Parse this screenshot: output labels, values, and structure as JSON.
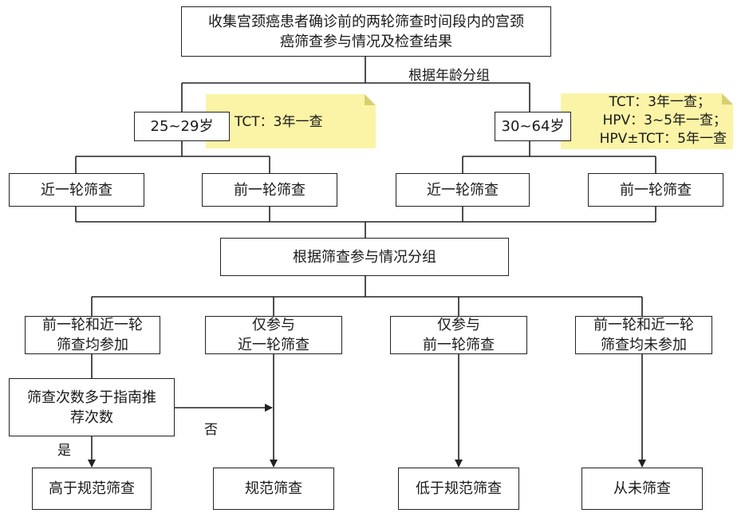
{
  "top": {
    "text": "收集宫颈癌患者确诊前的两轮筛查时间段内的宫颈\n癌筛查参与情况及检查结果"
  },
  "group_by_age_label": "根据年龄分组",
  "age_groups": [
    {
      "label": "25~29岁",
      "note": "TCT：3年一查"
    },
    {
      "label": "30~64岁",
      "note_lines": [
        "TCT：3年一查；",
        "HPV：3~5年一查；",
        "HPV±TCT：5年一查"
      ]
    }
  ],
  "rounds": [
    "近一轮筛查",
    "前一轮筛查",
    "近一轮筛查",
    "前一轮筛查"
  ],
  "participation_group": "根据筛查参与情况分组",
  "categories": [
    "前一轮和近一轮\n筛查均参加",
    "仅参与\n近一轮筛查",
    "仅参与\n前一轮筛查",
    "前一轮和近一轮\n筛查均未参加"
  ],
  "decision": "筛查次数多于指南推\n荐次数",
  "yes_label": "是",
  "no_label": "否",
  "outcomes": [
    "高于规范筛查",
    "规范筛查",
    "低于规范筛查",
    "从未筛查"
  ],
  "colors": {
    "note_bg": "#fbf4a6",
    "line": "#222222"
  }
}
